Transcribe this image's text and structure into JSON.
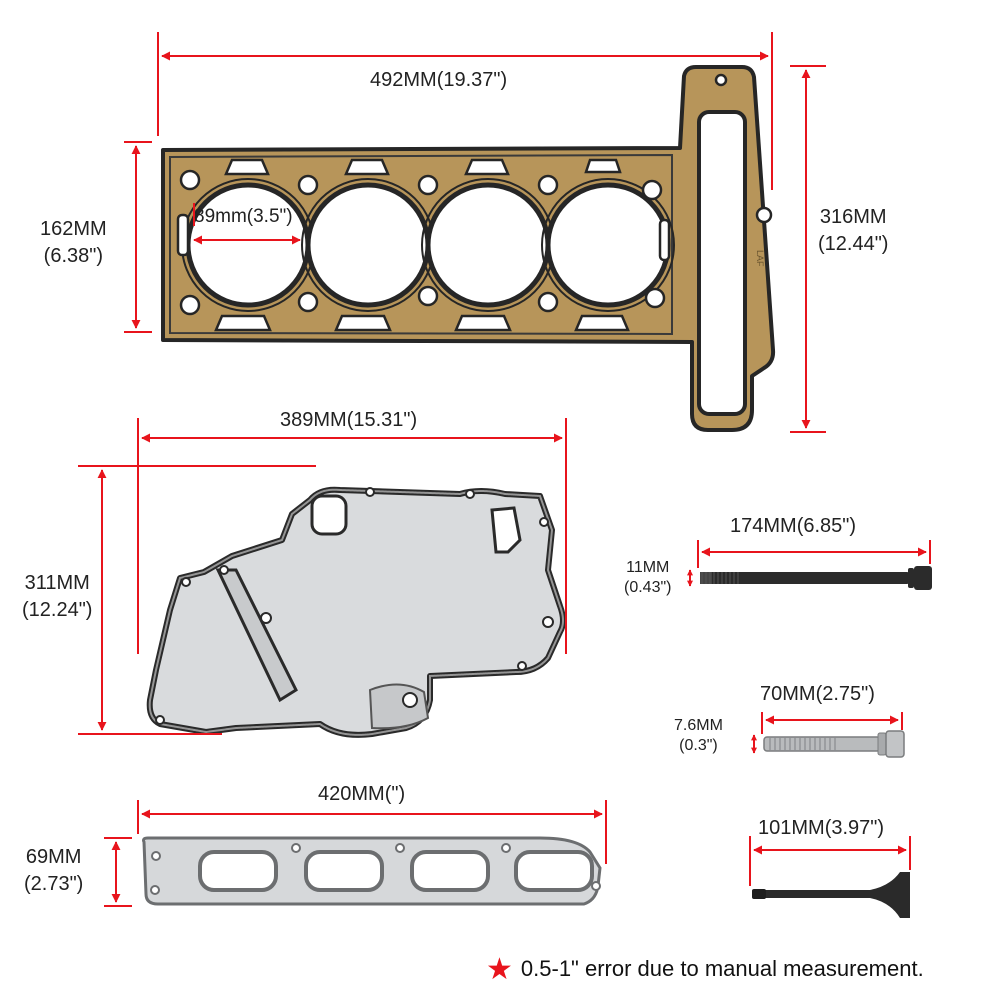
{
  "colors": {
    "dimension_line": "#e8141c",
    "gasket_copper": "#b7955a",
    "gasket_edge": "#2a2a2a",
    "steel_gasket": "#d4d6d8",
    "bolt": "#2b2b2b"
  },
  "head_gasket": {
    "length_label": "492MM(19.37\")",
    "height_label_mm": "316MM",
    "height_label_in": "(12.44\")",
    "width_label_mm": "162MM",
    "width_label_in": "(6.38\")",
    "bore_label": "89mm(3.5\")",
    "stamp": "LAF"
  },
  "timing_cover_gasket": {
    "width_label": "389MM(15.31\")",
    "height_label_mm": "311MM",
    "height_label_in": "(12.24\")"
  },
  "exhaust_gasket": {
    "length_label": "420MM(\")",
    "height_label_mm": "69MM",
    "height_label_in": "(2.73\")"
  },
  "head_bolt": {
    "length_label": "174MM(6.85\")",
    "diameter_label_mm": "11MM",
    "diameter_label_in": "(0.43\")"
  },
  "short_bolt": {
    "length_label": "70MM(2.75\")",
    "diameter_label_mm": "7.6MM",
    "diameter_label_in": "(0.3\")"
  },
  "valve": {
    "length_label": "101MM(3.97\")"
  },
  "note": {
    "icon": "star-icon",
    "text": "0.5-1\" error due to manual measurement."
  }
}
